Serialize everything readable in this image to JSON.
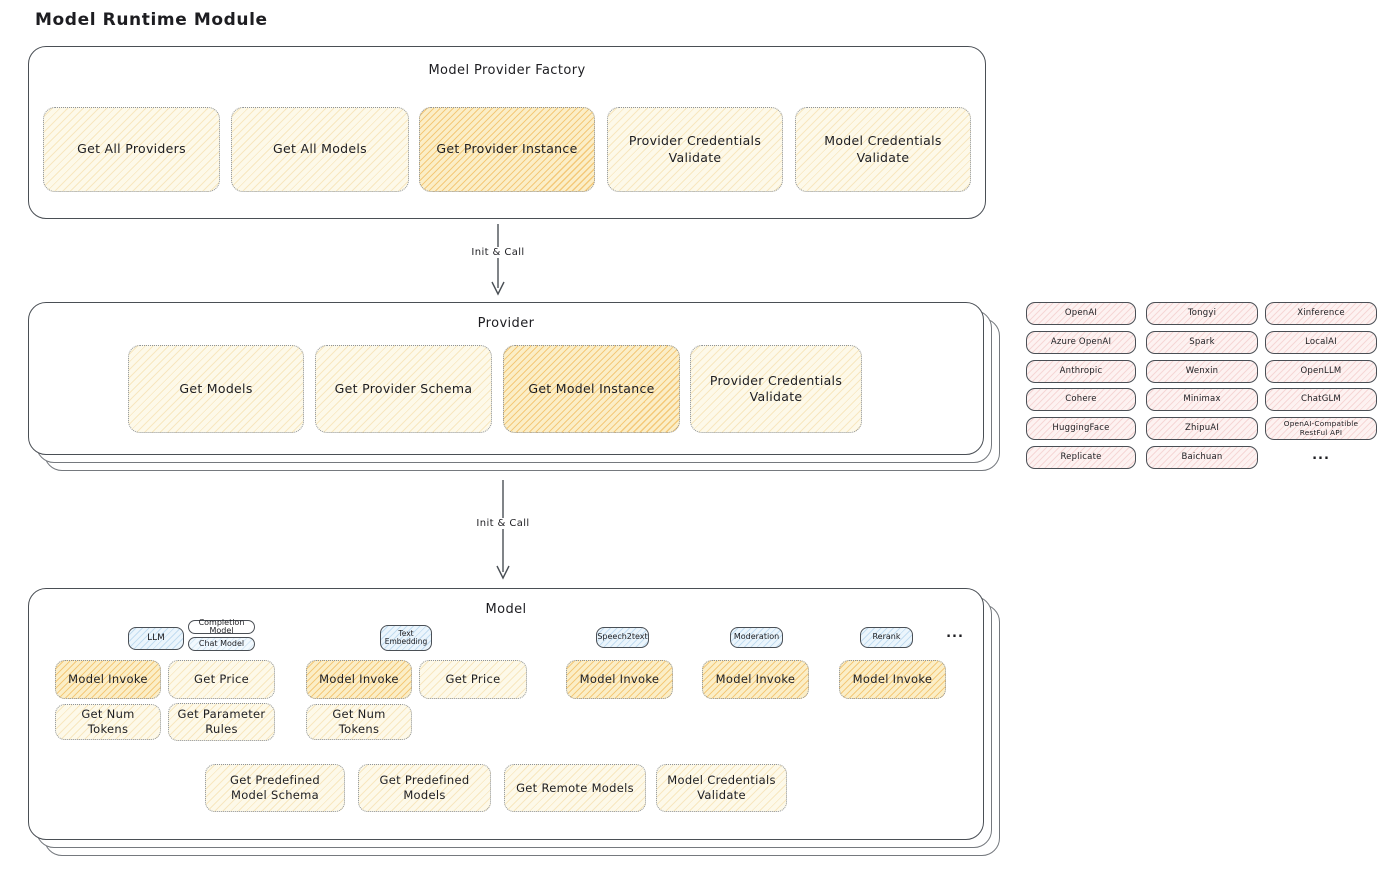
{
  "page": {
    "title": "Model Runtime Module"
  },
  "colors": {
    "border_dark": "#4a4f55",
    "yellow_fill": "#fdf9e9",
    "orange_fill": "#fbeec7",
    "pink_fill": "#fdf2f1",
    "blue_fill": "#ebf5fc"
  },
  "factory": {
    "title": "Model Provider Factory",
    "buttons": [
      "Get All Providers",
      "Get All Models",
      "Get Provider Instance",
      "Provider Credentials Validate",
      "Model Credentials Validate"
    ]
  },
  "arrow1": {
    "label": "Init & Call"
  },
  "arrow2": {
    "label": "Init & Call"
  },
  "provider": {
    "title": "Provider",
    "buttons": [
      "Get Models",
      "Get Provider Schema",
      "Get Model Instance",
      "Provider Credentials Validate"
    ]
  },
  "providers_grid": {
    "col1": [
      "OpenAI",
      "Azure OpenAI",
      "Anthropic",
      "Cohere",
      "HuggingFace",
      "Replicate"
    ],
    "col2": [
      "Tongyi",
      "Spark",
      "Wenxin",
      "Minimax",
      "ZhipuAI",
      "Baichuan"
    ],
    "col3": [
      "Xinference",
      "LocalAI",
      "OpenLLM",
      "ChatGLM",
      "OpenAI-Compatible RestFul API"
    ],
    "more": "..."
  },
  "model": {
    "title": "Model",
    "tabs": {
      "llm": "LLM",
      "completion": "Completion Model",
      "chat": "Chat Model",
      "text_embedding": "Text Embedding",
      "speech2text": "Speech2text",
      "moderation": "Moderation",
      "rerank": "Rerank",
      "more": "..."
    },
    "llm_buttons": {
      "invoke": "Model Invoke",
      "price": "Get Price",
      "tokens": "Get Num Tokens",
      "rules": "Get Parameter Rules"
    },
    "te_buttons": {
      "invoke": "Model Invoke",
      "price": "Get Price",
      "tokens": "Get Num Tokens"
    },
    "s2t_buttons": {
      "invoke": "Model Invoke"
    },
    "mod_buttons": {
      "invoke": "Model Invoke"
    },
    "rerank_buttons": {
      "invoke": "Model Invoke"
    },
    "common_buttons": [
      "Get Predefined Model Schema",
      "Get Predefined Models",
      "Get Remote Models",
      "Model Credentials Validate"
    ]
  }
}
